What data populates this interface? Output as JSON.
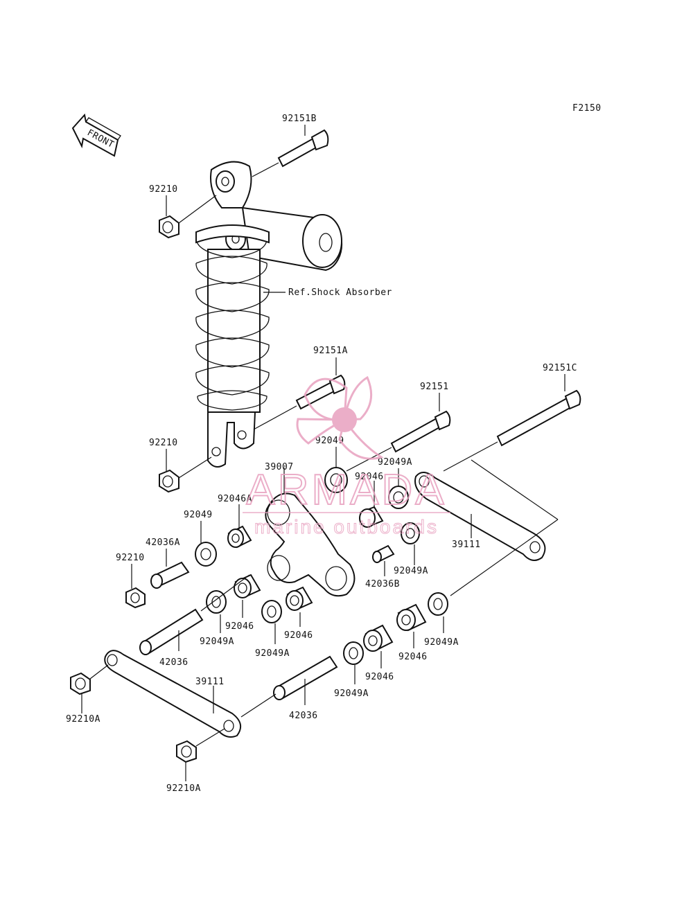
{
  "figure_code": "F2150",
  "front_label": "FRONT",
  "shock_ref_label": "Ref.Shock Absorber",
  "parts": {
    "bolt_top": "92151B",
    "nut_top": "92210",
    "nut_shock_bottom": "92210",
    "bolt_a": "92151A",
    "bolt_mid": "92151",
    "bolt_c": "92151C",
    "rocker_arm": "39007",
    "washer_92049_upper": "92049",
    "washer_92049a_upper": "92049A",
    "bushing_92046_upper": "92046",
    "bushing_92046a": "92046A",
    "washer_92049_left": "92049",
    "sleeve_42036a": "42036A",
    "nut_left": "92210",
    "rod_right": "39111",
    "washer_92049a_right_small": "92049A",
    "sleeve_42036b": "42036B",
    "bushing_92046_center": "92046",
    "washer_92049a_center": "92049A",
    "washer_92049a_center2": "92049A",
    "bushing_92046_center2": "92046",
    "sleeve_42036_left": "42036",
    "rod_left": "39111",
    "nut_92210a_left": "92210A",
    "nut_92210a_bottom": "92210A",
    "sleeve_42036_bottom": "42036",
    "washer_92049a_lower": "92049A",
    "bushing_92046_lower": "92046",
    "bushing_92046_right": "92046",
    "washer_92049a_far_right": "92049A"
  },
  "watermark": {
    "brand": "ARMADA",
    "tagline": "marine outboards",
    "color": "#e8a0bf"
  }
}
